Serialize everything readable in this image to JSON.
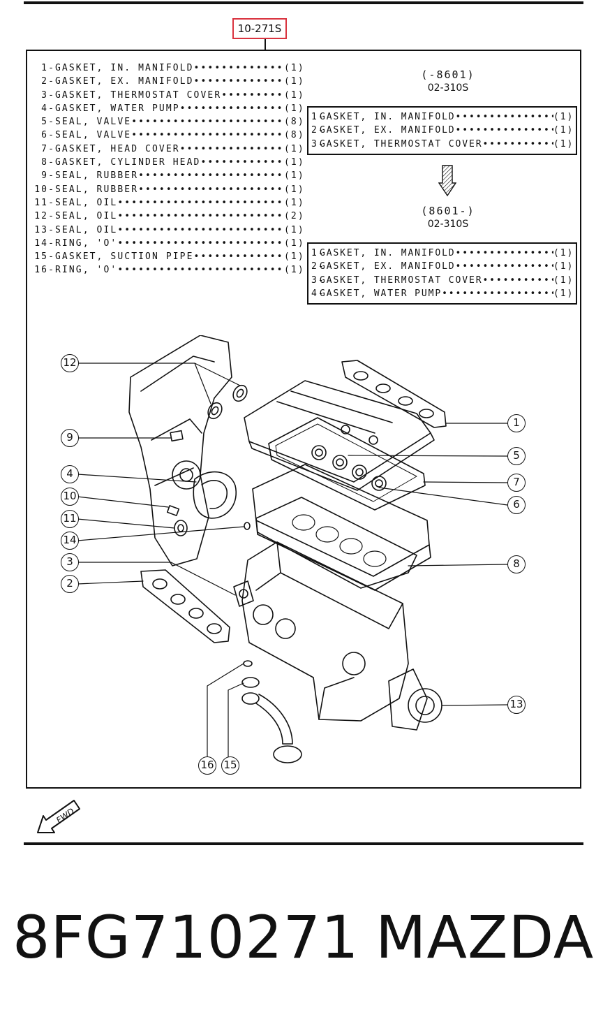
{
  "header": {
    "ref_code": "10-271S"
  },
  "parts_list": [
    {
      "num": "1",
      "name": "GASKET, IN. MANIFOLD",
      "qty": "(1)"
    },
    {
      "num": "2",
      "name": "GASKET, EX. MANIFOLD",
      "qty": "(1)"
    },
    {
      "num": "3",
      "name": "GASKET, THERMOSTAT COVER",
      "qty": "(1)"
    },
    {
      "num": "4",
      "name": "GASKET, WATER PUMP",
      "qty": "(1)"
    },
    {
      "num": "5",
      "name": "SEAL, VALVE",
      "qty": "(8)"
    },
    {
      "num": "6",
      "name": "SEAL, VALVE",
      "qty": "(8)"
    },
    {
      "num": "7",
      "name": "GASKET, HEAD COVER",
      "qty": "(1)"
    },
    {
      "num": "8",
      "name": "GASKET, CYLINDER HEAD",
      "qty": "(1)"
    },
    {
      "num": "9",
      "name": "SEAL, RUBBER",
      "qty": "(1)"
    },
    {
      "num": "10",
      "name": "SEAL, RUBBER",
      "qty": "(1)"
    },
    {
      "num": "11",
      "name": "SEAL, OIL",
      "qty": "(1)"
    },
    {
      "num": "12",
      "name": "SEAL, OIL",
      "qty": "(2)"
    },
    {
      "num": "13",
      "name": "SEAL, OIL",
      "qty": "(1)"
    },
    {
      "num": "14",
      "name": "RING, 'O'",
      "qty": "(1)"
    },
    {
      "num": "15",
      "name": "GASKET, SUCTION PIPE",
      "qty": "(1)"
    },
    {
      "num": "16",
      "name": "RING, 'O'",
      "qty": "(1)"
    }
  ],
  "groups": [
    {
      "head": "(-8601)",
      "sub": "02-310S",
      "items": [
        {
          "num": "1",
          "name": "GASKET, IN. MANIFOLD",
          "qty": "(1)"
        },
        {
          "num": "2",
          "name": "GASKET, EX. MANIFOLD",
          "qty": "(1)"
        },
        {
          "num": "3",
          "name": "GASKET, THERMOSTAT COVER",
          "qty": "(1)"
        }
      ]
    },
    {
      "head": "(8601-)",
      "sub": "02-310S",
      "items": [
        {
          "num": "1",
          "name": "GASKET, IN. MANIFOLD",
          "qty": "(1)"
        },
        {
          "num": "2",
          "name": "GASKET, EX. MANIFOLD",
          "qty": "(1)"
        },
        {
          "num": "3",
          "name": "GASKET, THERMOSTAT COVER",
          "qty": "(1)"
        },
        {
          "num": "4",
          "name": "GASKET, WATER PUMP",
          "qty": "(1)"
        }
      ]
    }
  ],
  "callouts": [
    "1",
    "2",
    "3",
    "4",
    "5",
    "6",
    "7",
    "8",
    "9",
    "10",
    "11",
    "12",
    "13",
    "14",
    "15",
    "16"
  ],
  "fwd_label": "FWD",
  "caption": {
    "part_number": "8FG710271",
    "brand": "MAZDA"
  }
}
